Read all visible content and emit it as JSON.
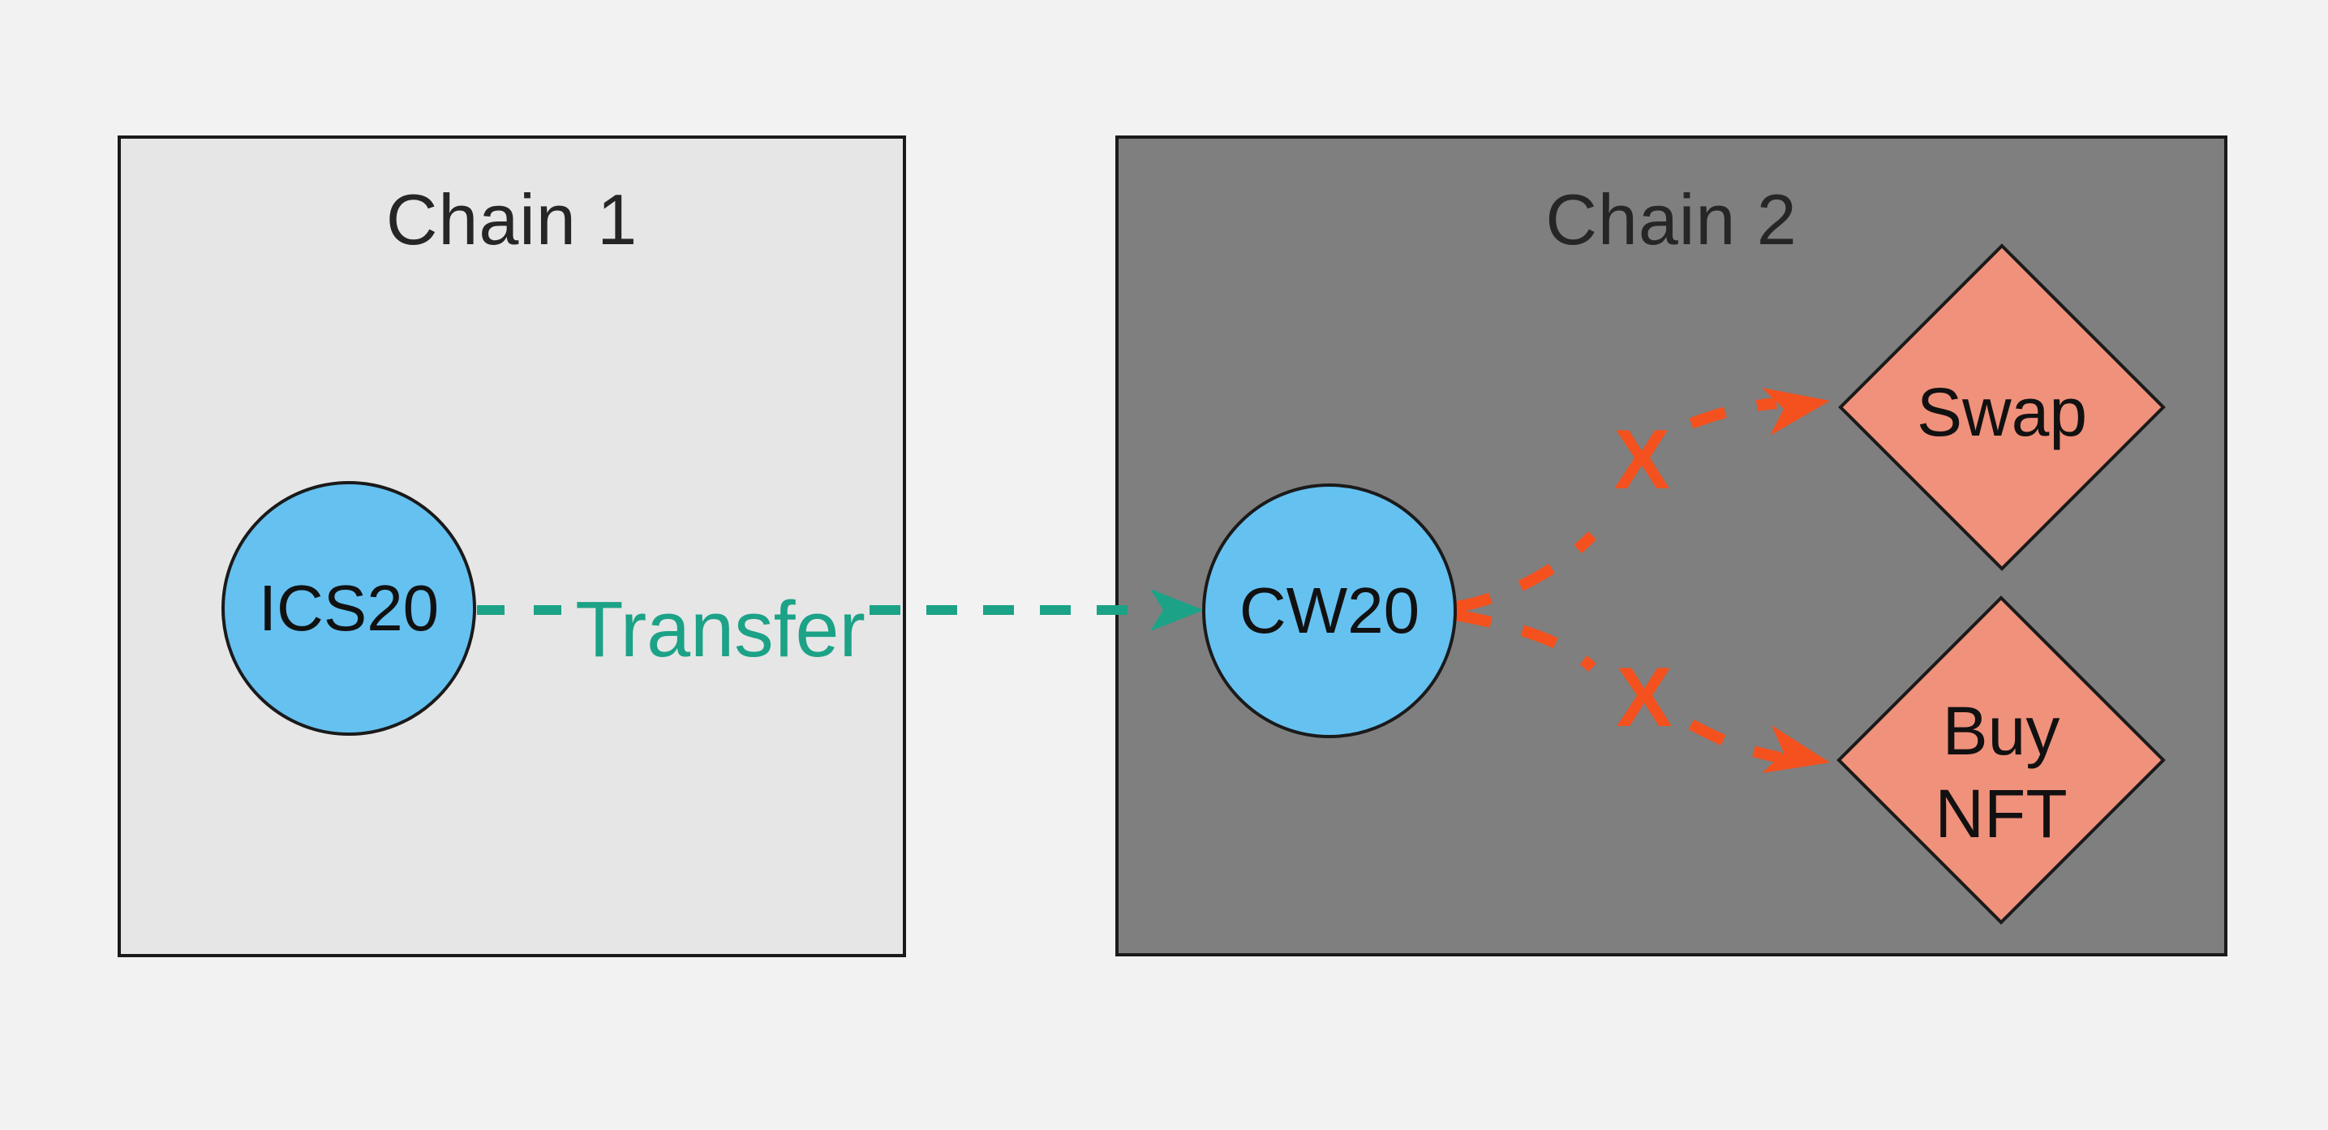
{
  "chains": [
    {
      "title": "Chain 1",
      "nodes": [
        {
          "label": "ICS20",
          "shape": "circle"
        }
      ]
    },
    {
      "title": "Chain 2",
      "nodes": [
        {
          "label": "CW20",
          "shape": "circle"
        },
        {
          "label": "Swap",
          "shape": "diamond"
        },
        {
          "label": "Buy NFT",
          "shape": "diamond"
        }
      ]
    }
  ],
  "edges": [
    {
      "from": "ICS20",
      "to": "CW20",
      "label": "Transfer",
      "style": "dashed",
      "status": "allowed",
      "color": "green"
    },
    {
      "from": "CW20",
      "to": "Swap",
      "label": "",
      "style": "dashed",
      "status": "blocked",
      "mark": "X",
      "color": "red"
    },
    {
      "from": "CW20",
      "to": "Buy NFT",
      "label": "",
      "style": "dashed",
      "status": "blocked",
      "mark": "X",
      "color": "red"
    }
  ],
  "colors": {
    "background": "#f2f2f2",
    "chain1_fill": "#e6e6e6",
    "chain2_fill": "#7f7f7f",
    "outline": "#1a1a1a",
    "node_blue": "#65c1f0",
    "diamond_salmon": "#f0917b",
    "arrow_green": "#1ca287",
    "arrow_red": "#f4511e",
    "title_text": "#262626",
    "node_text": "#111111"
  }
}
